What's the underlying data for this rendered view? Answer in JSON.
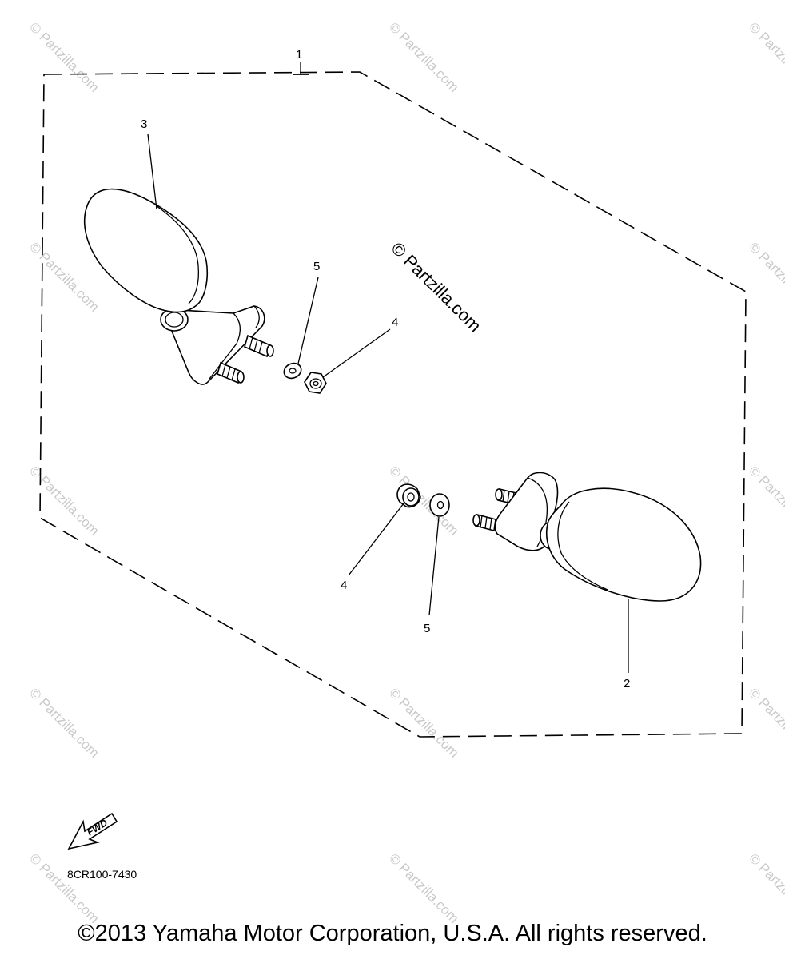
{
  "diagram": {
    "callouts": {
      "kit": "1",
      "mirror_right": "2",
      "mirror_left": "3",
      "nut_upper": "4",
      "nut_lower": "4",
      "washer_upper": "5",
      "washer_lower": "5"
    },
    "fwd_label": "FWD",
    "diagram_code": "8CR100-7430"
  },
  "watermark": {
    "center_text": "© Partzilla.com",
    "tile_text": "© Partzilla.com"
  },
  "footer": {
    "copyright": "©2013 Yamaha Motor Corporation, U.S.A. All rights reserved."
  }
}
